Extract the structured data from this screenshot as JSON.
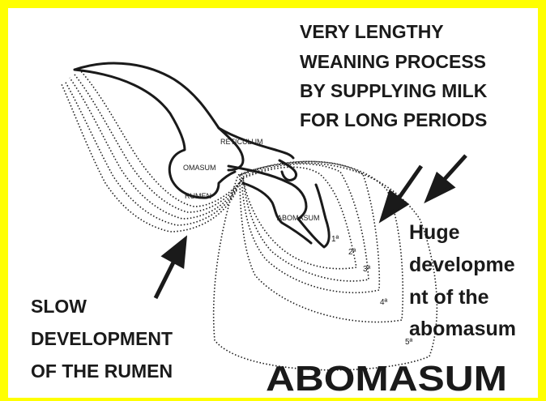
{
  "colors": {
    "frame": "#ffff00",
    "ink": "#1a1a1a",
    "background": "#ffffff"
  },
  "top_text": [
    "VERY LENGTHY",
    "WEANING PROCESS",
    "BY SUPPLYING MILK",
    "FOR LONG PERIODS"
  ],
  "left_text": [
    "SLOW",
    "DEVELOPMENT",
    "OF THE RUMEN"
  ],
  "right_text": [
    "Huge",
    "developme",
    "nt of the",
    "abomasum"
  ],
  "bottom_title": "ABOMASUM",
  "stomach_labels": {
    "reticulum": "RETICULUM",
    "omasum": "OMASUM",
    "rumen": "RUMEN",
    "abomasum": "ABOMASUM"
  },
  "stage_labels": [
    "1ª",
    "2ª",
    "3ª",
    "4ª",
    "5ª"
  ]
}
